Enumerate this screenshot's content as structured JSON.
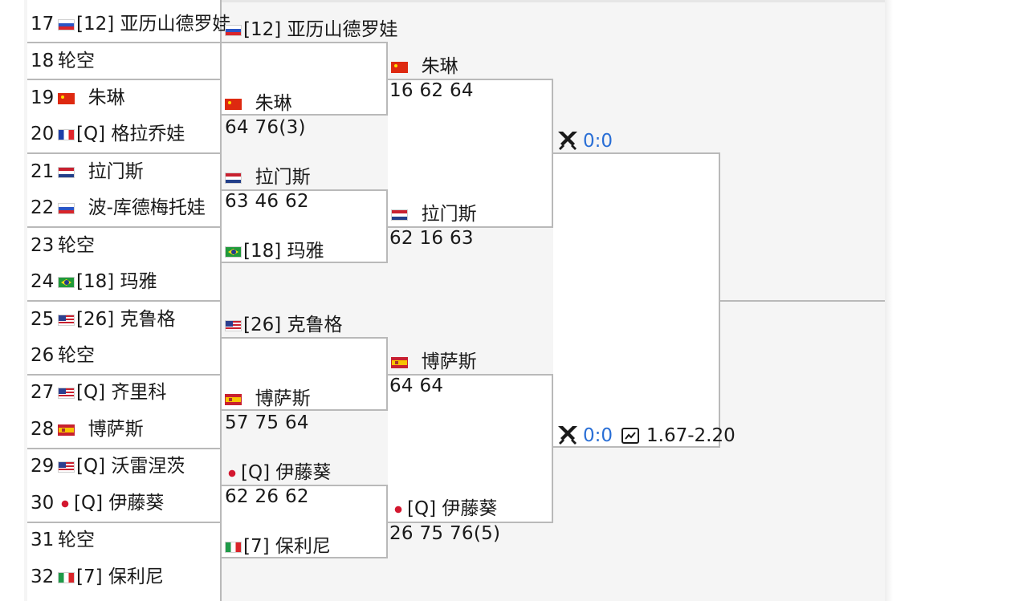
{
  "round1": [
    {
      "seed": "17",
      "flag": "ru",
      "name": "[12] 亚历山德罗娃"
    },
    {
      "seed": "18",
      "flag": "",
      "name": "轮空"
    },
    {
      "seed": "19",
      "flag": "cn",
      "name": "朱琳"
    },
    {
      "seed": "20",
      "flag": "fr",
      "name": "[Q] 格拉乔娃"
    },
    {
      "seed": "21",
      "flag": "nl",
      "name": "拉门斯"
    },
    {
      "seed": "22",
      "flag": "ru",
      "name": "波-库德梅托娃"
    },
    {
      "seed": "23",
      "flag": "",
      "name": "轮空"
    },
    {
      "seed": "24",
      "flag": "br",
      "name": "[18] 玛雅"
    },
    {
      "seed": "25",
      "flag": "us",
      "name": "[26] 克鲁格"
    },
    {
      "seed": "26",
      "flag": "",
      "name": "轮空"
    },
    {
      "seed": "27",
      "flag": "us",
      "name": "[Q] 齐里科"
    },
    {
      "seed": "28",
      "flag": "es",
      "name": "博萨斯"
    },
    {
      "seed": "29",
      "flag": "us",
      "name": "[Q] 沃雷涅茨"
    },
    {
      "seed": "30",
      "flag": "jp",
      "name": "[Q] 伊藤葵"
    },
    {
      "seed": "31",
      "flag": "",
      "name": "轮空"
    },
    {
      "seed": "32",
      "flag": "it",
      "name": "[7] 保利尼"
    }
  ],
  "round2": [
    {
      "flag": "ru",
      "name": "[12] 亚历山德罗娃",
      "score": ""
    },
    {
      "flag": "cn",
      "name": "朱琳",
      "score": "64 76(3)"
    },
    {
      "flag": "nl",
      "name": "拉门斯",
      "score": "63 46 62"
    },
    {
      "flag": "br",
      "name": "[18] 玛雅",
      "score": ""
    },
    {
      "flag": "us",
      "name": "[26] 克鲁格",
      "score": ""
    },
    {
      "flag": "es",
      "name": "博萨斯",
      "score": "57 75 64"
    },
    {
      "flag": "jp",
      "name": "[Q] 伊藤葵",
      "score": "62 26 62"
    },
    {
      "flag": "it",
      "name": "[7] 保利尼",
      "score": ""
    }
  ],
  "round3": [
    {
      "flag": "cn",
      "name": "朱琳",
      "score": "16 62 64"
    },
    {
      "flag": "nl",
      "name": "拉门斯",
      "score": "62 16 63"
    },
    {
      "flag": "es",
      "name": "博萨斯",
      "score": "64 64"
    },
    {
      "flag": "jp",
      "name": "[Q] 伊藤葵",
      "score": "26 75 76(5)"
    }
  ],
  "round4": [
    {
      "h2h": "0:0",
      "odds": ""
    },
    {
      "h2h": "0:0",
      "odds": "1.67-2.20"
    }
  ],
  "colors": {
    "link": "#2a6fd6",
    "line": "#b9b9b9",
    "panel": "#f5f5f5"
  },
  "icons": {
    "h2h": "crossed-swords-icon",
    "odds": "line-chart-icon"
  }
}
